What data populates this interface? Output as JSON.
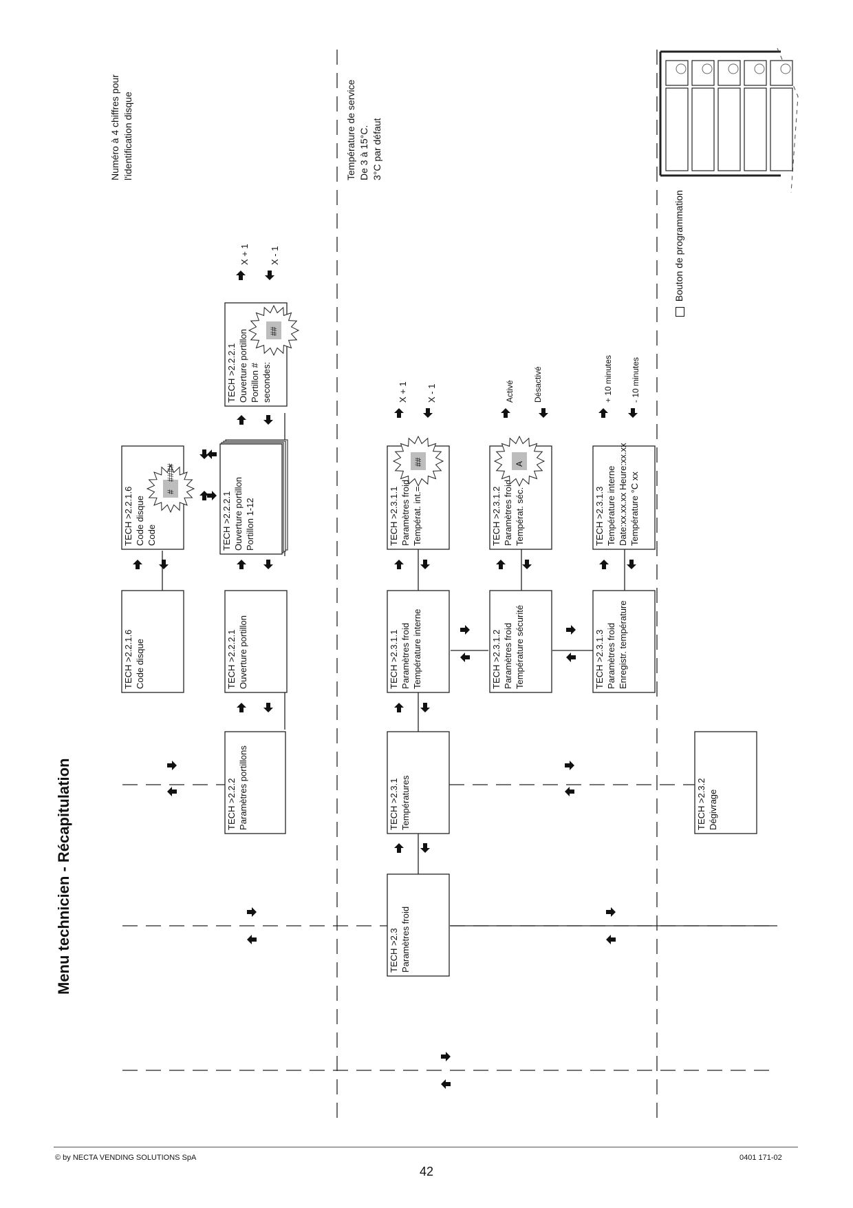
{
  "page": {
    "title": "Menu technicien - Récapitulation",
    "footer_left": "© by NECTA VENDING SOLUTIONS SpA",
    "footer_right": "0401 171-02",
    "page_number": "42"
  },
  "notes": {
    "disk_code": [
      "Numéro à 4 chiffres pour",
      "l'identification disque"
    ],
    "service_temp": [
      "Température de service",
      "De 3 à 15°C.",
      "3°C par défaut"
    ],
    "prog_button": "Bouton de programmation"
  },
  "boxes": {
    "b_2_2": [
      "TECH >2.2.2",
      "Paramètres portillons"
    ],
    "b_2_2_1": [
      "TECH >2.2.2.1",
      "Ouverture portillon"
    ],
    "b_2_2_1s": [
      "TECH >2.2.2.1",
      "Ouverture portillon",
      "Portillon 1-12"
    ],
    "b_2_2_1t": [
      "TECH >2.2.2.1",
      "Ouverture portillon",
      "Portillon #",
      "secondes:"
    ],
    "b_2_1_6": [
      "TECH >2.2.1.6",
      "Code disque"
    ],
    "b_2_1_6s": [
      "TECH >2.2.1.6",
      "Code disque",
      "Code"
    ],
    "b_2_3": [
      "TECH >2.3",
      "Paramètres froid"
    ],
    "b_2_3_1": [
      "TECH >2.3.1",
      "Températures"
    ],
    "b_2_3_2": [
      "TECH >2.3.2",
      "Dégivrage"
    ],
    "b_2_3_1_1": [
      "TECH >2.3.1.1",
      "Paramètres froid",
      "Température interne"
    ],
    "b_2_3_1_1s": [
      "TECH >2.3.1.1",
      "Paramètres froid",
      "Températ. int.="
    ],
    "b_2_3_1_2": [
      "TECH >2.3.1.2",
      "Paramètres froid",
      "Température sécurité"
    ],
    "b_2_3_1_2s": [
      "TECH >2.3.1.2",
      "Paramètres froid",
      "Températ. séc."
    ],
    "b_2_3_1_3": [
      "TECH >2.3.1.3",
      "Paramètres froid",
      "Enregistr. température"
    ],
    "b_2_3_1_3s": [
      "TECH >2.3.1.3",
      "Température interne",
      "Date:xx.xx.xx Heure:xx.xx",
      "Température °C xx"
    ]
  },
  "burst": {
    "code": "####",
    "hash": "#",
    "num": "##",
    "a": "A"
  },
  "labels": {
    "plus1": "X + 1",
    "minus1": "X - 1",
    "plus1b": "X + 1",
    "minus1b": "X - 1",
    "active": "Activé",
    "inactive": "Désactivé",
    "plus10": "+ 10 minutes",
    "minus10": "- 10 minutes"
  }
}
